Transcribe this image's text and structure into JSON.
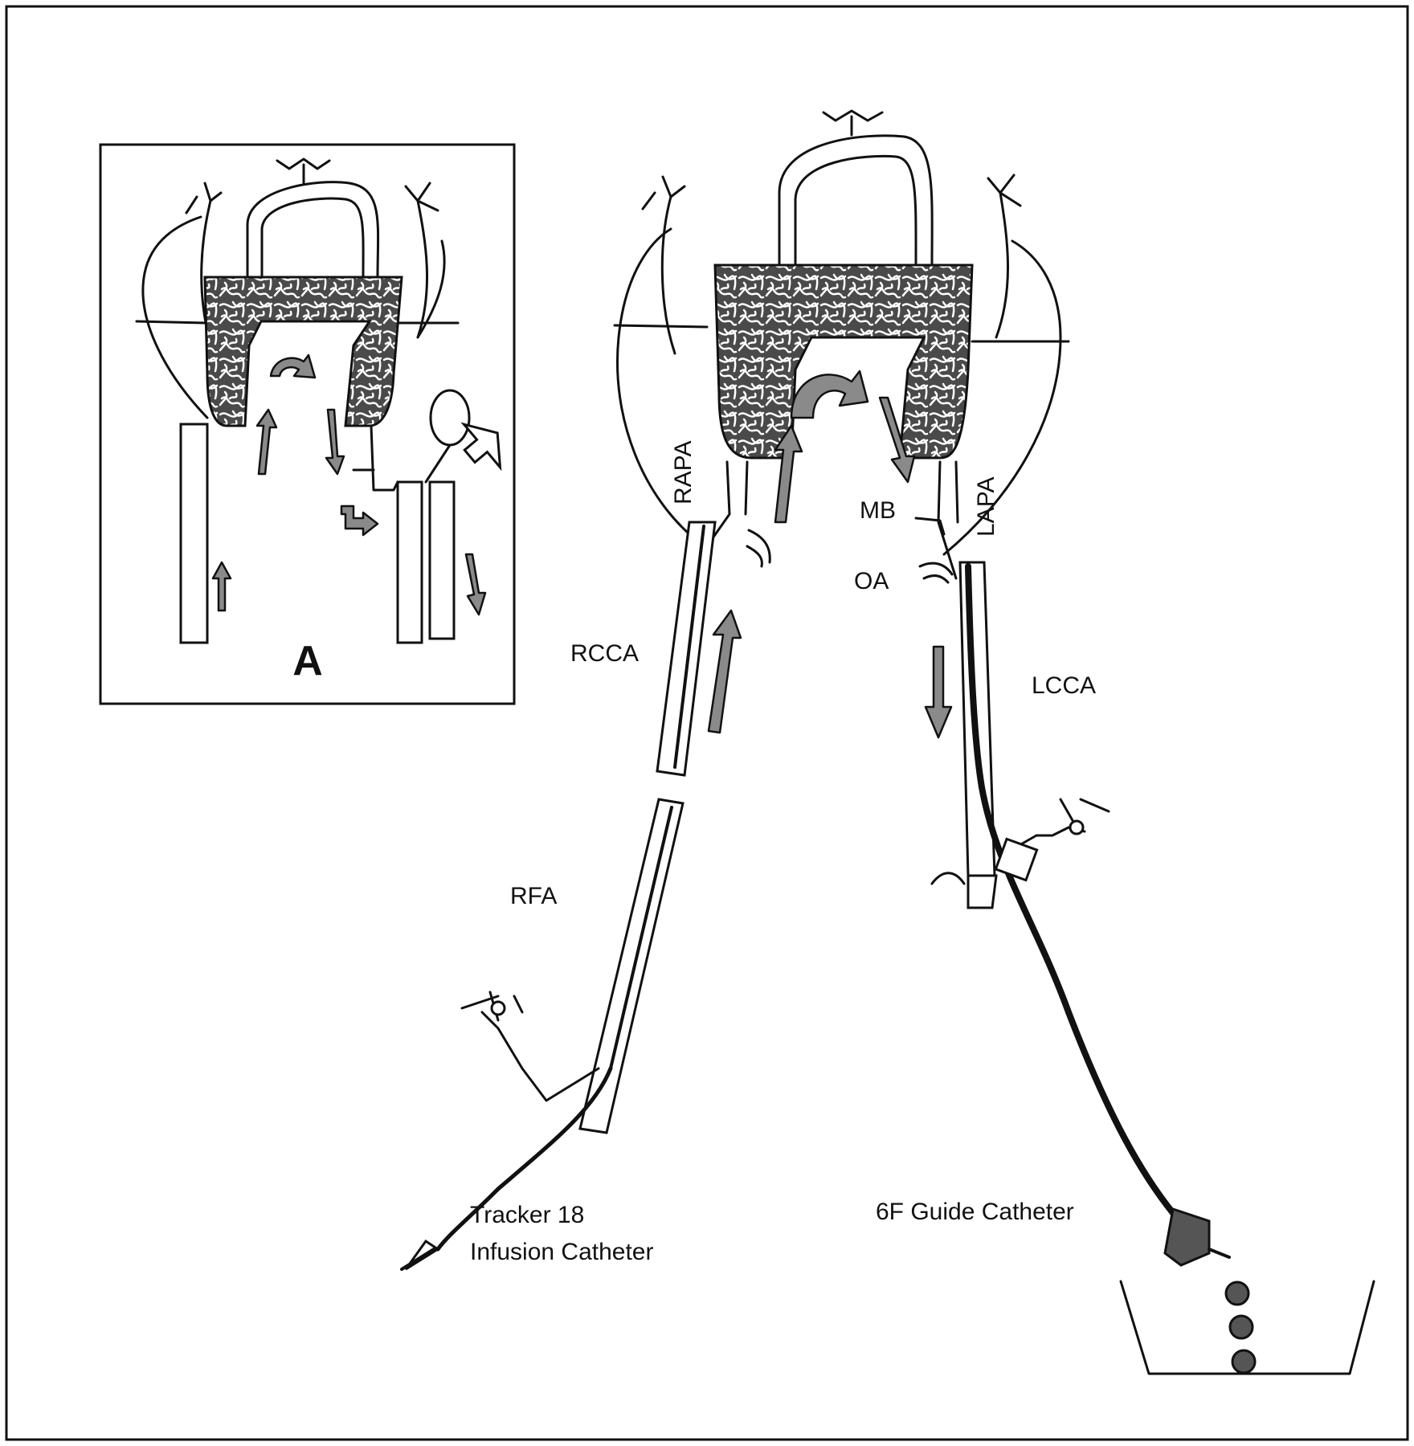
{
  "inset": {
    "label": "A"
  },
  "labels": {
    "rapa": "RAPA",
    "lapa": "LAPA",
    "mb": "MB",
    "oa": "OA",
    "rcca": "RCCA",
    "lcca": "LCCA",
    "rfa": "RFA",
    "tracker_line1": "Tracker 18",
    "tracker_line2": "Infusion Catheter",
    "guide": "6F Guide Catheter"
  },
  "colors": {
    "ink": "#111111",
    "arrow_fill": "#8a8a8a",
    "plexus_fill": "#555555",
    "background": "#ffffff"
  }
}
